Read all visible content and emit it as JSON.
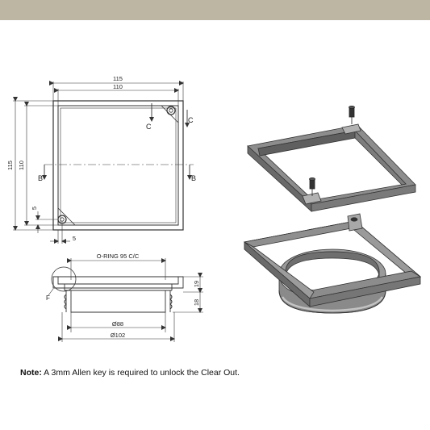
{
  "colors": {
    "top_bar": "#bcb6a3",
    "line": "#333333",
    "frame_fill": "#8a8a8a",
    "frame_dark": "#5e5e5e",
    "frame_light": "#b9b9b9"
  },
  "plan_view": {
    "dim_outer_width": "115",
    "dim_inner_width": "110",
    "dim_outer_height": "115",
    "dim_inner_height": "110",
    "dim_corner_v": "5",
    "dim_corner_h": "5",
    "section_c_left": "C",
    "section_c_right": "C",
    "section_b_left": "B",
    "section_b_right": "B"
  },
  "side_view": {
    "oring_label": "O-RING 95 C/C",
    "dim_top_height": "19",
    "dim_bottom_height": "18",
    "detail_label": "F",
    "dim_inner_diameter": "Ø88",
    "dim_outer_diameter": "Ø102"
  },
  "note": {
    "label": "Note:",
    "text": " A 3mm Allen key is required to unlock the Clear Out."
  }
}
